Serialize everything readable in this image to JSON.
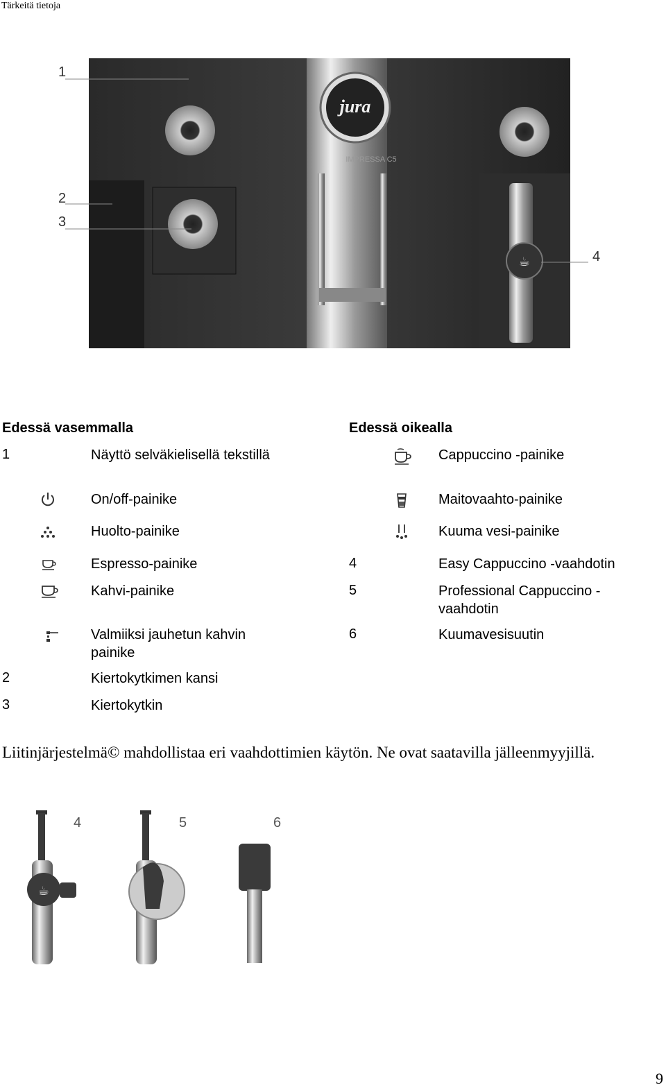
{
  "header": {
    "text": "Tärkeitä tietoja"
  },
  "machine_figure": {
    "callouts": [
      "1",
      "2",
      "3",
      "4"
    ],
    "brand": "jura",
    "model": "IMPRESSA C5"
  },
  "left_column": {
    "heading": "Edessä vasemmalla",
    "rows": [
      {
        "num": "1",
        "icon": "",
        "label": "Näyttö selväkielisellä tekstillä"
      },
      {
        "num": "",
        "icon": "power-icon",
        "label": "On/off-painike"
      },
      {
        "num": "",
        "icon": "maintenance-icon",
        "label": "Huolto-painike"
      },
      {
        "num": "",
        "icon": "espresso-cup-icon",
        "label": "Espresso-painike"
      },
      {
        "num": "",
        "icon": "coffee-cup-icon",
        "label": "Kahvi-painike"
      },
      {
        "num": "",
        "icon": "ground-coffee-icon",
        "label": "Valmiiksi jauhetun kahvin painike"
      },
      {
        "num": "2",
        "icon": "",
        "label": "Kiertokytkimen kansi"
      },
      {
        "num": "3",
        "icon": "",
        "label": "Kiertokytkin"
      }
    ]
  },
  "right_column": {
    "heading": "Edessä oikealla",
    "rows": [
      {
        "num": "",
        "icon": "cappuccino-cup-icon",
        "label": "Cappuccino -painike"
      },
      {
        "num": "",
        "icon": "milk-foam-glass-icon",
        "label": "Maitovaahto-painike"
      },
      {
        "num": "",
        "icon": "hot-water-icon",
        "label": "Kuuma vesi-painike"
      },
      {
        "num": "4",
        "icon": "",
        "label": "Easy Cappuccino -vaahdotin"
      },
      {
        "num": "5",
        "icon": "",
        "label": "Professional Cappuccino - vaahdotin"
      },
      {
        "num": "6",
        "icon": "",
        "label": "Kuumavesisuutin"
      }
    ]
  },
  "note": {
    "text": "Liitinjärjestelmä© mahdollistaa eri vaahdottimien käytön. Ne ovat saatavilla jälleenmyyjillä."
  },
  "accessories_figure": {
    "callouts": [
      "4",
      "5",
      "6"
    ]
  },
  "page_number": "9"
}
